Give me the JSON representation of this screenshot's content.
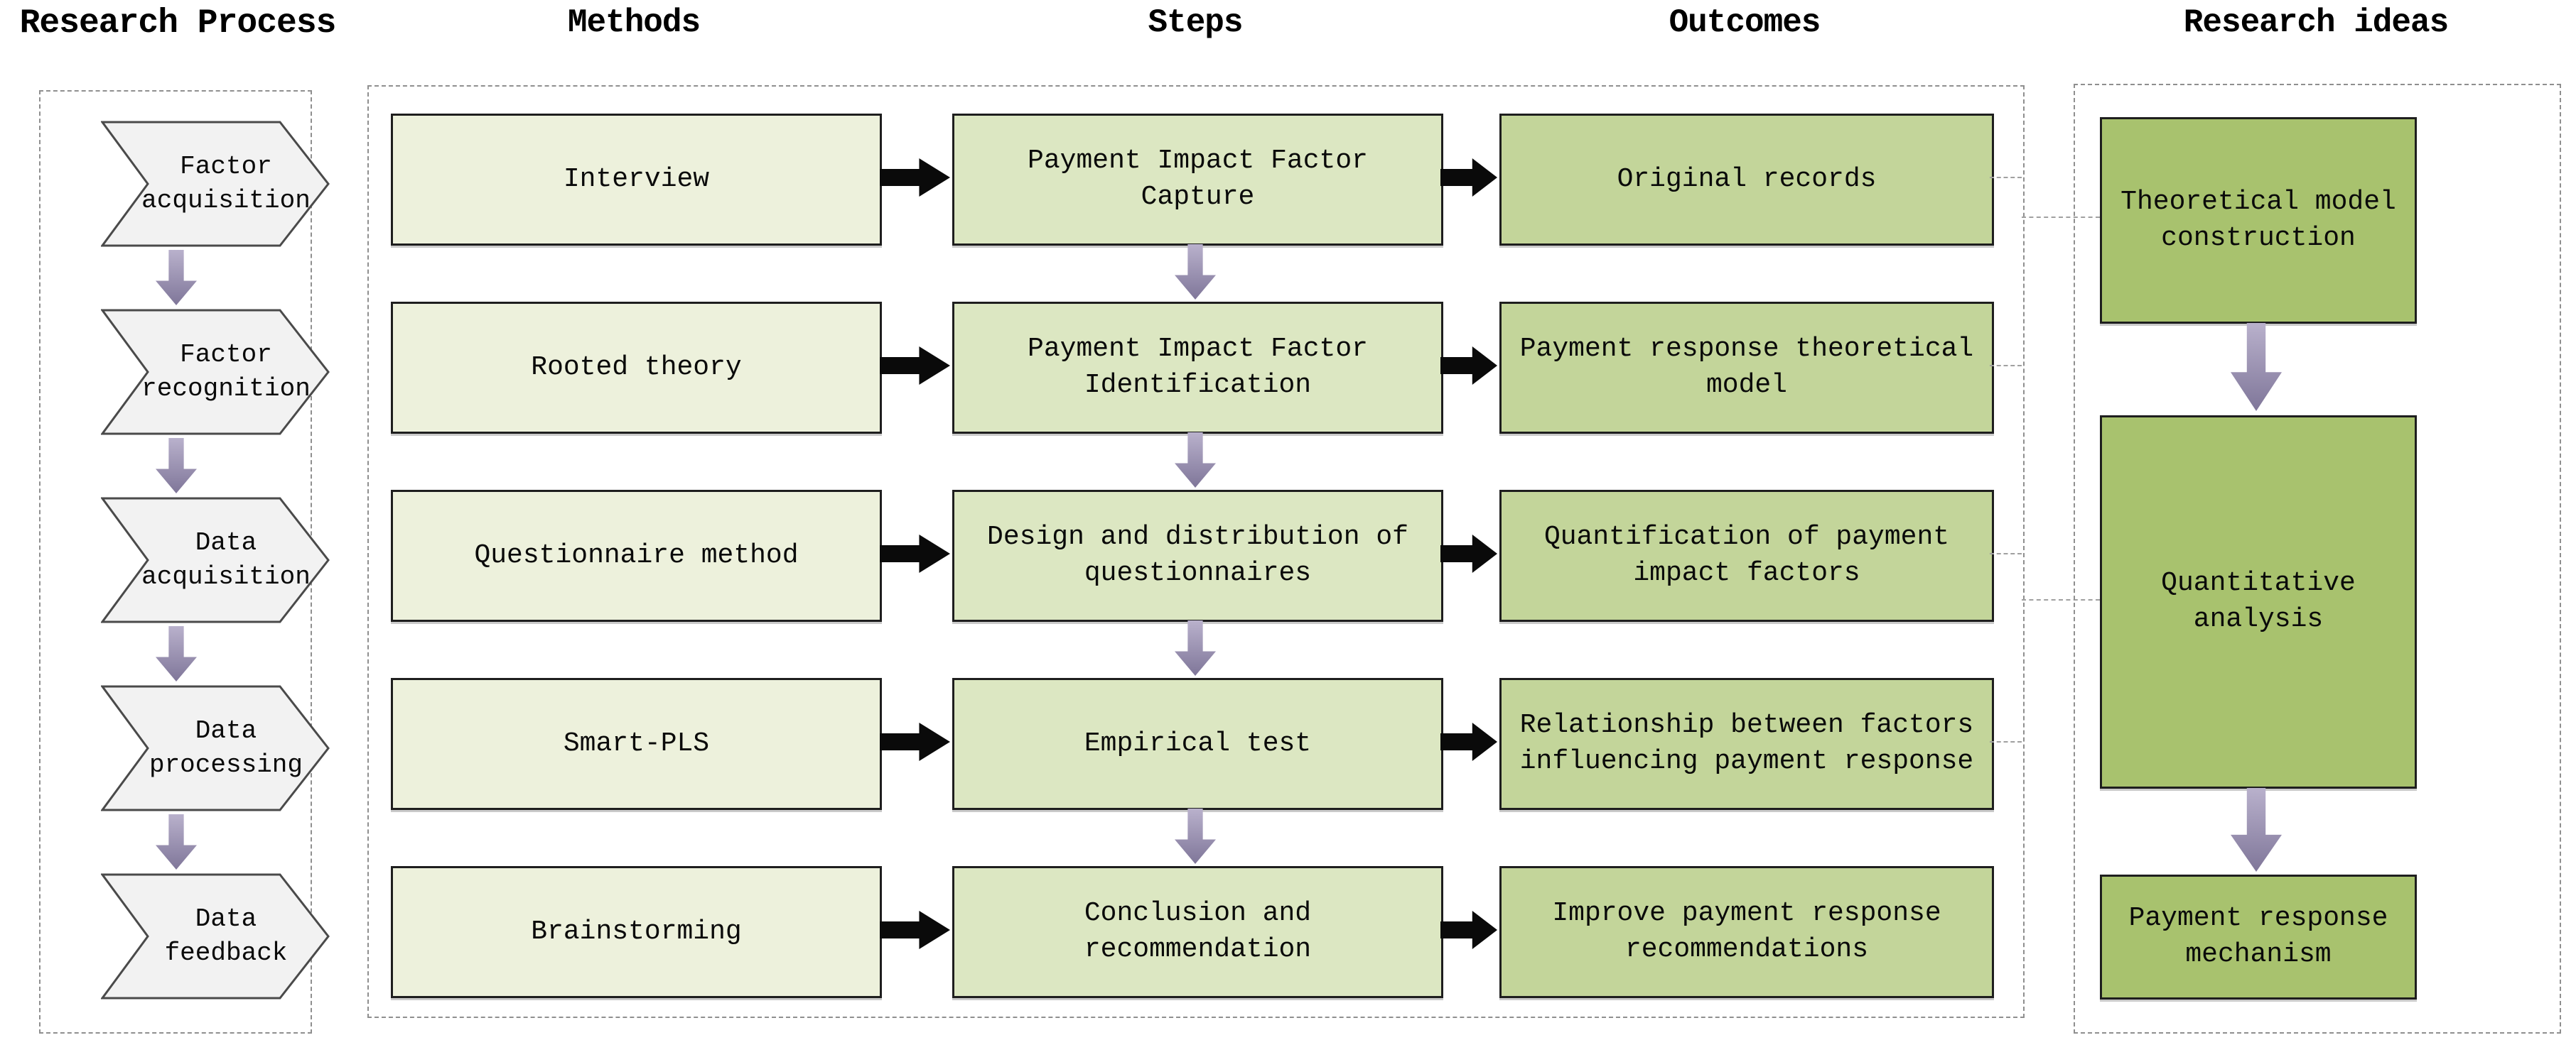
{
  "title": "Research Process",
  "column_headers": {
    "methods": "Methods",
    "steps": "Steps",
    "outcomes": "Outcomes",
    "ideas": "Research ideas"
  },
  "process_steps": [
    {
      "label": "Factor\nacquisition"
    },
    {
      "label": "Factor\nrecognition"
    },
    {
      "label": "Data\nacquisition"
    },
    {
      "label": "Data\nprocessing"
    },
    {
      "label": "Data\nfeedback"
    }
  ],
  "rows": [
    {
      "method": "Interview",
      "step": "Payment Impact Factor\nCapture",
      "outcome": "Original records"
    },
    {
      "method": "Rooted theory",
      "step": "Payment Impact Factor\nIdentification",
      "outcome": "Payment response theoretical\nmodel"
    },
    {
      "method": "Questionnaire method",
      "step": "Design and distribution of\nquestionnaires",
      "outcome": "Quantification of payment\nimpact factors"
    },
    {
      "method": "Smart-PLS",
      "step": "Empirical test",
      "outcome": "Relationship between factors\ninfluencing payment response"
    },
    {
      "method": "Brainstorming",
      "step": "Conclusion and\nrecommendation",
      "outcome": "Improve payment response\nrecommendations"
    }
  ],
  "research_ideas": [
    {
      "label": "Theoretical model\nconstruction"
    },
    {
      "label": "Quantitative analysis"
    },
    {
      "label": "Payment response\nmechanism"
    }
  ],
  "colors": {
    "method_box": "#edf1dc",
    "step_box": "#dce7c2",
    "outcome_box": "#c3d59a",
    "idea_box": "#a8c26e",
    "chevron": "#f2f2f2",
    "arrow_black": "#0a0a0a",
    "arrow_purple_light": "#b9b1cc",
    "arrow_purple_dark": "#7f7699",
    "box_border": "#1e1e1e",
    "dashed_border": "#8f8f8f"
  }
}
